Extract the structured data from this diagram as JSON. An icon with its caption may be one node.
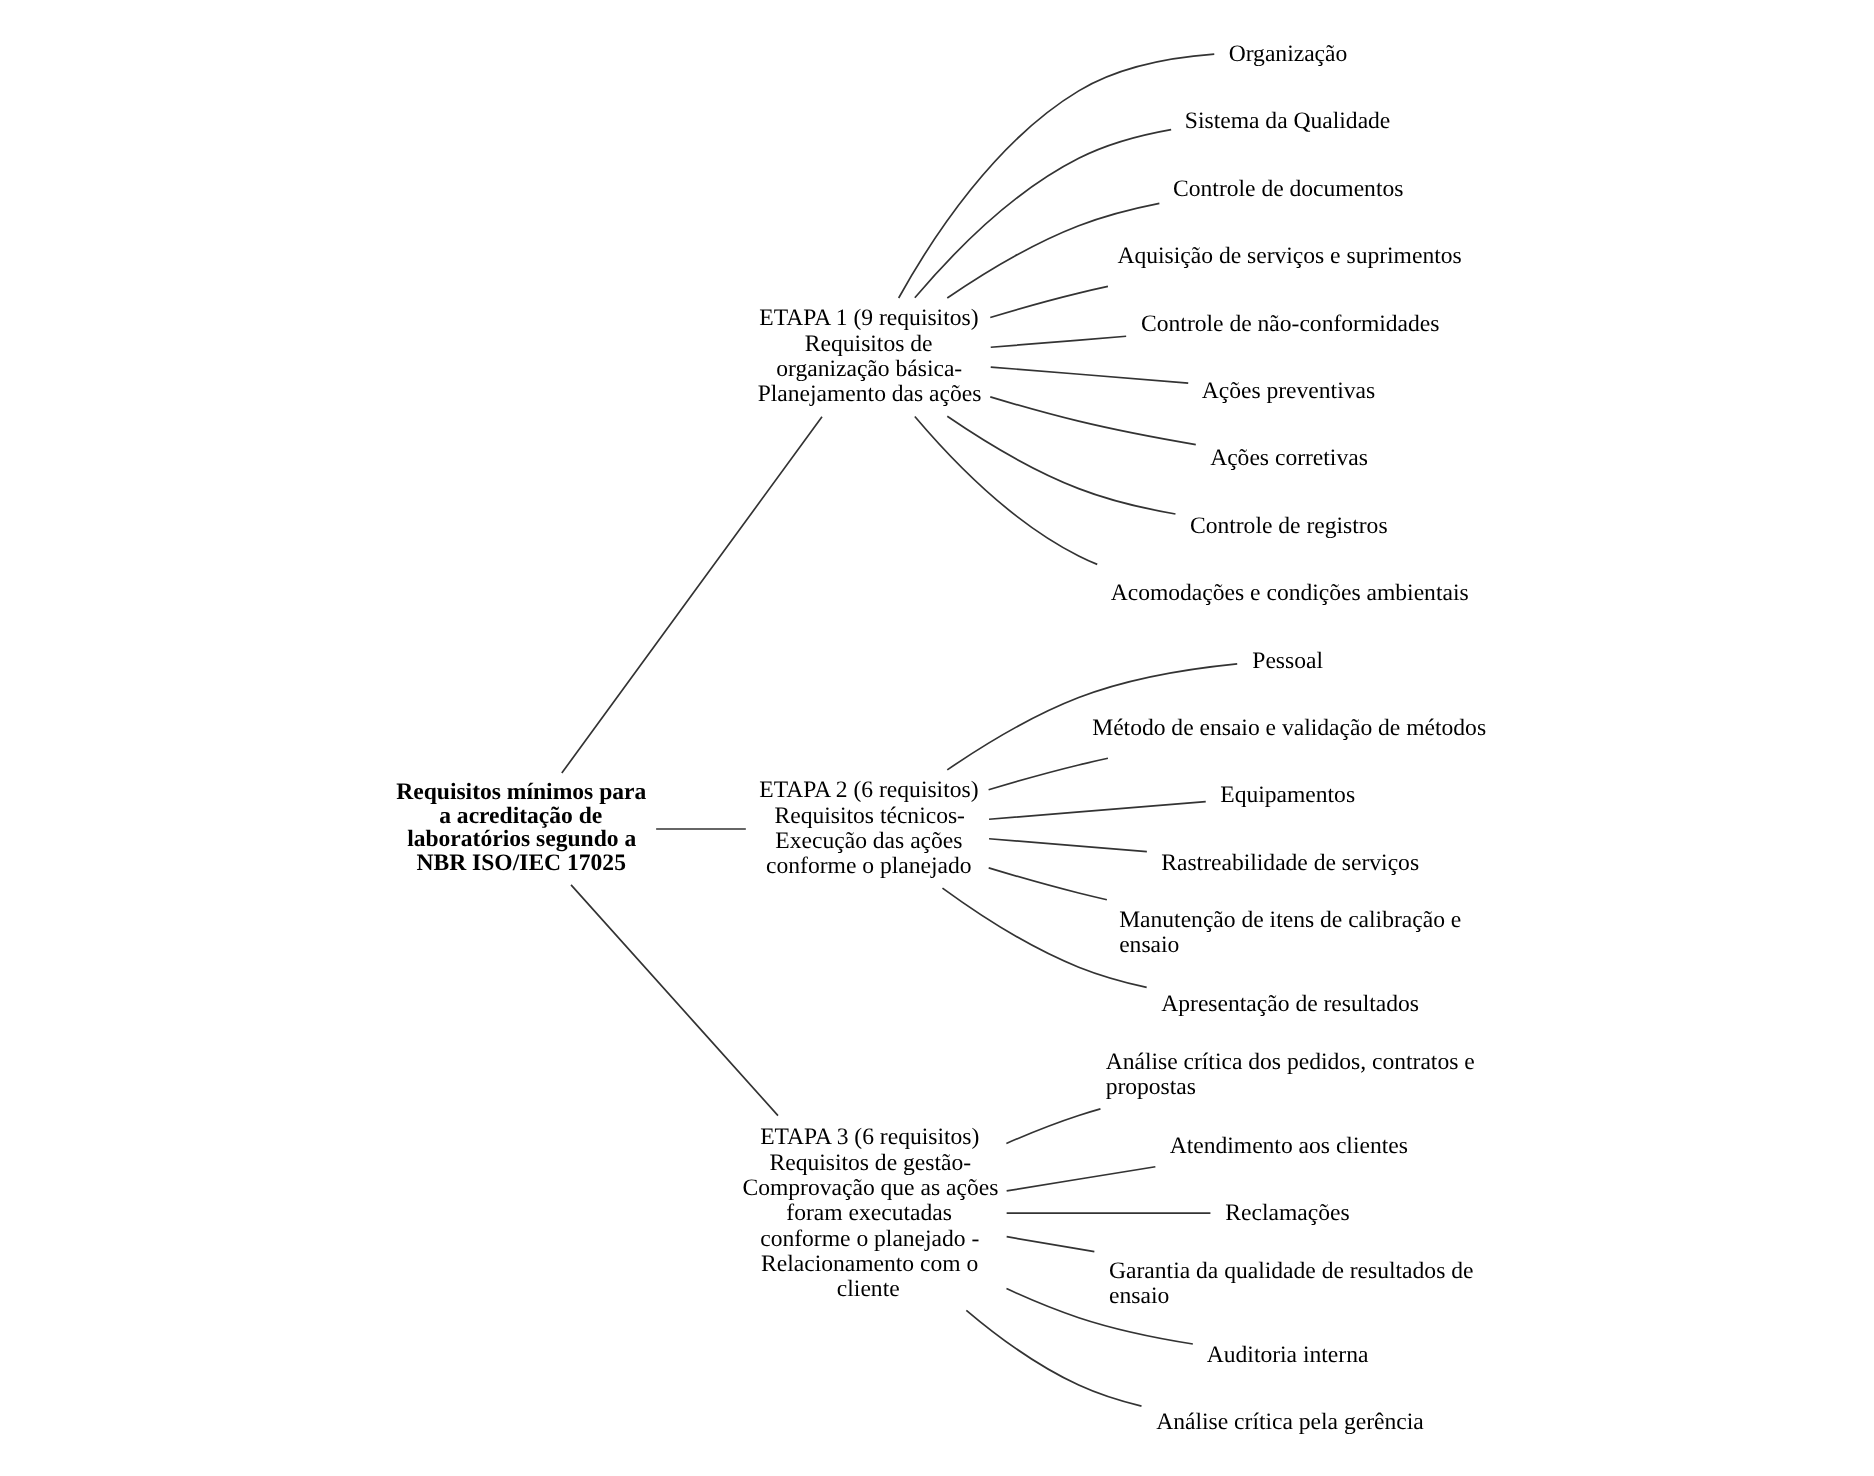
{
  "diagram": {
    "nodes": [
      {
        "text": [
          "Requisitos mínimos para a acreditação de laboratórios segundo a NBR ISO/IEC 17025"
        ]
      },
      {
        "text": [
          "ETAPA 1 (9 requisitos)",
          "Requisitos de organização básica- Planejamento das ações"
        ]
      },
      {
        "text": [
          "Organização"
        ]
      },
      {
        "text": [
          "Sistema da Qualidade"
        ]
      },
      {
        "text": [
          "Controle de documentos"
        ]
      },
      {
        "text": [
          "Aquisição de serviços e suprimentos"
        ]
      },
      {
        "text": [
          "Controle de não-conformidades"
        ]
      },
      {
        "text": [
          "Ações preventivas"
        ]
      },
      {
        "text": [
          "Ações corretivas"
        ]
      },
      {
        "text": [
          "Controle de registros"
        ]
      },
      {
        "text": [
          "Acomodações e condições ambientais"
        ]
      },
      {
        "text": [
          "ETAPA 2 (6 requisitos)",
          "Requisitos técnicos- Execução das ações conforme o planejado"
        ]
      },
      {
        "text": [
          "Pessoal"
        ]
      },
      {
        "text": [
          "Método de ensaio e validação de métodos"
        ]
      },
      {
        "text": [
          "Equipamentos"
        ]
      },
      {
        "text": [
          "Rastreabilidade de serviços"
        ]
      },
      {
        "text": [
          "Manutenção de itens de calibração e ensaio"
        ]
      },
      {
        "text": [
          "Apresentação de resultados"
        ]
      },
      {
        "text": [
          "ETAPA 3 (6 requisitos)",
          "Requisitos de gestão- Comprovação que as ações foram executadas conforme o planejado - Relacionamento com o cliente"
        ]
      },
      {
        "text": [
          "Análise crítica dos pedidos, contratos e propostas"
        ]
      },
      {
        "text": [
          "Atendimento aos clientes"
        ]
      },
      {
        "text": [
          "Reclamações"
        ]
      },
      {
        "text": [
          "Garantia da qualidade de resultados de ensaio"
        ]
      },
      {
        "text": [
          "Auditoria interna"
        ]
      },
      {
        "text": [
          "Análise crítica pela gerência"
        ]
      }
    ],
    "edges": [
      {
        "from": 0,
        "to": 1,
        "arrow": "none"
      },
      {
        "from": 0,
        "to": 11,
        "arrow": "none"
      },
      {
        "from": 0,
        "to": 18,
        "arrow": "none"
      },
      {
        "from": 1,
        "to": 2,
        "arrow": "none"
      },
      {
        "from": 1,
        "to": 3,
        "arrow": "none"
      },
      {
        "from": 1,
        "to": 4,
        "arrow": "none"
      },
      {
        "from": 1,
        "to": 5,
        "arrow": "none"
      },
      {
        "from": 1,
        "to": 6,
        "arrow": "none"
      },
      {
        "from": 1,
        "to": 7,
        "arrow": "none"
      },
      {
        "from": 1,
        "to": 8,
        "arrow": "none"
      },
      {
        "from": 1,
        "to": 9,
        "arrow": "none"
      },
      {
        "from": 1,
        "to": 10,
        "arrow": "none"
      },
      {
        "from": 11,
        "to": 12,
        "arrow": "none"
      },
      {
        "from": 11,
        "to": 13,
        "arrow": "none"
      },
      {
        "from": 11,
        "to": 14,
        "arrow": "none"
      },
      {
        "from": 11,
        "to": 15,
        "arrow": "none"
      },
      {
        "from": 11,
        "to": 16,
        "arrow": "none"
      },
      {
        "from": 11,
        "to": 17,
        "arrow": "none"
      },
      {
        "from": 18,
        "to": 19,
        "arrow": "none"
      },
      {
        "from": 18,
        "to": 20,
        "arrow": "none"
      },
      {
        "from": 18,
        "to": 21,
        "arrow": "none"
      },
      {
        "from": 18,
        "to": 22,
        "arrow": "none"
      },
      {
        "from": 18,
        "to": 23,
        "arrow": "none"
      },
      {
        "from": 18,
        "to": 24,
        "arrow": "none"
      }
    ]
  }
}
